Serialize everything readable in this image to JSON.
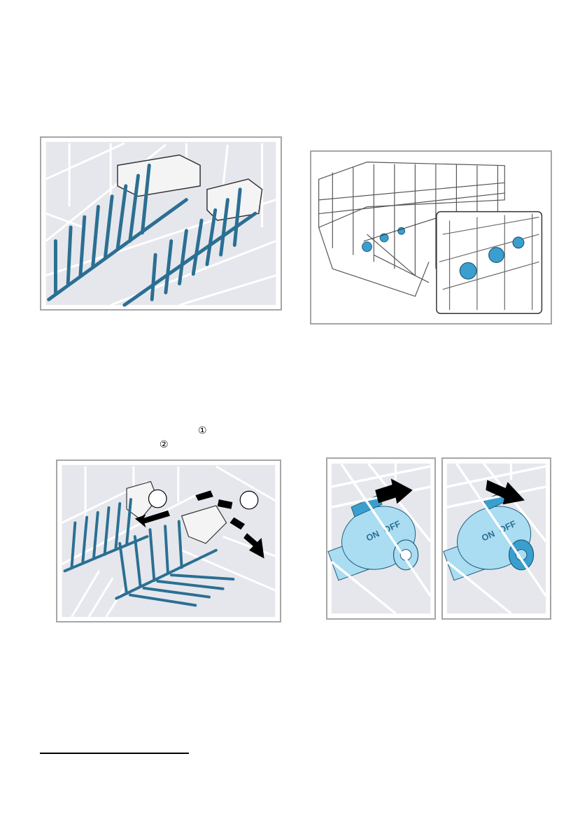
{
  "figures": [
    {
      "id": "tine-rows-closeup"
    },
    {
      "id": "upper-basket-spray-nozzles"
    },
    {
      "id": "fold-tine-rows"
    },
    {
      "id": "nozzle-switch-on"
    },
    {
      "id": "nozzle-switch-off"
    }
  ],
  "callouts": {
    "step_1": "①",
    "step_2": "②",
    "fig3_label_1": "",
    "fig3_label_2": ""
  },
  "switch_labels": {
    "on": "ON",
    "off": "OFF"
  },
  "colors": {
    "frame": "#a6a6a6",
    "background": "#e5e7ec",
    "wire": "#ffffff",
    "tine_blue": "#2b6f93",
    "nozzle_light_blue": "#aadcf2",
    "nozzle_blue": "#3a9fcf",
    "arrow": "#000000"
  }
}
